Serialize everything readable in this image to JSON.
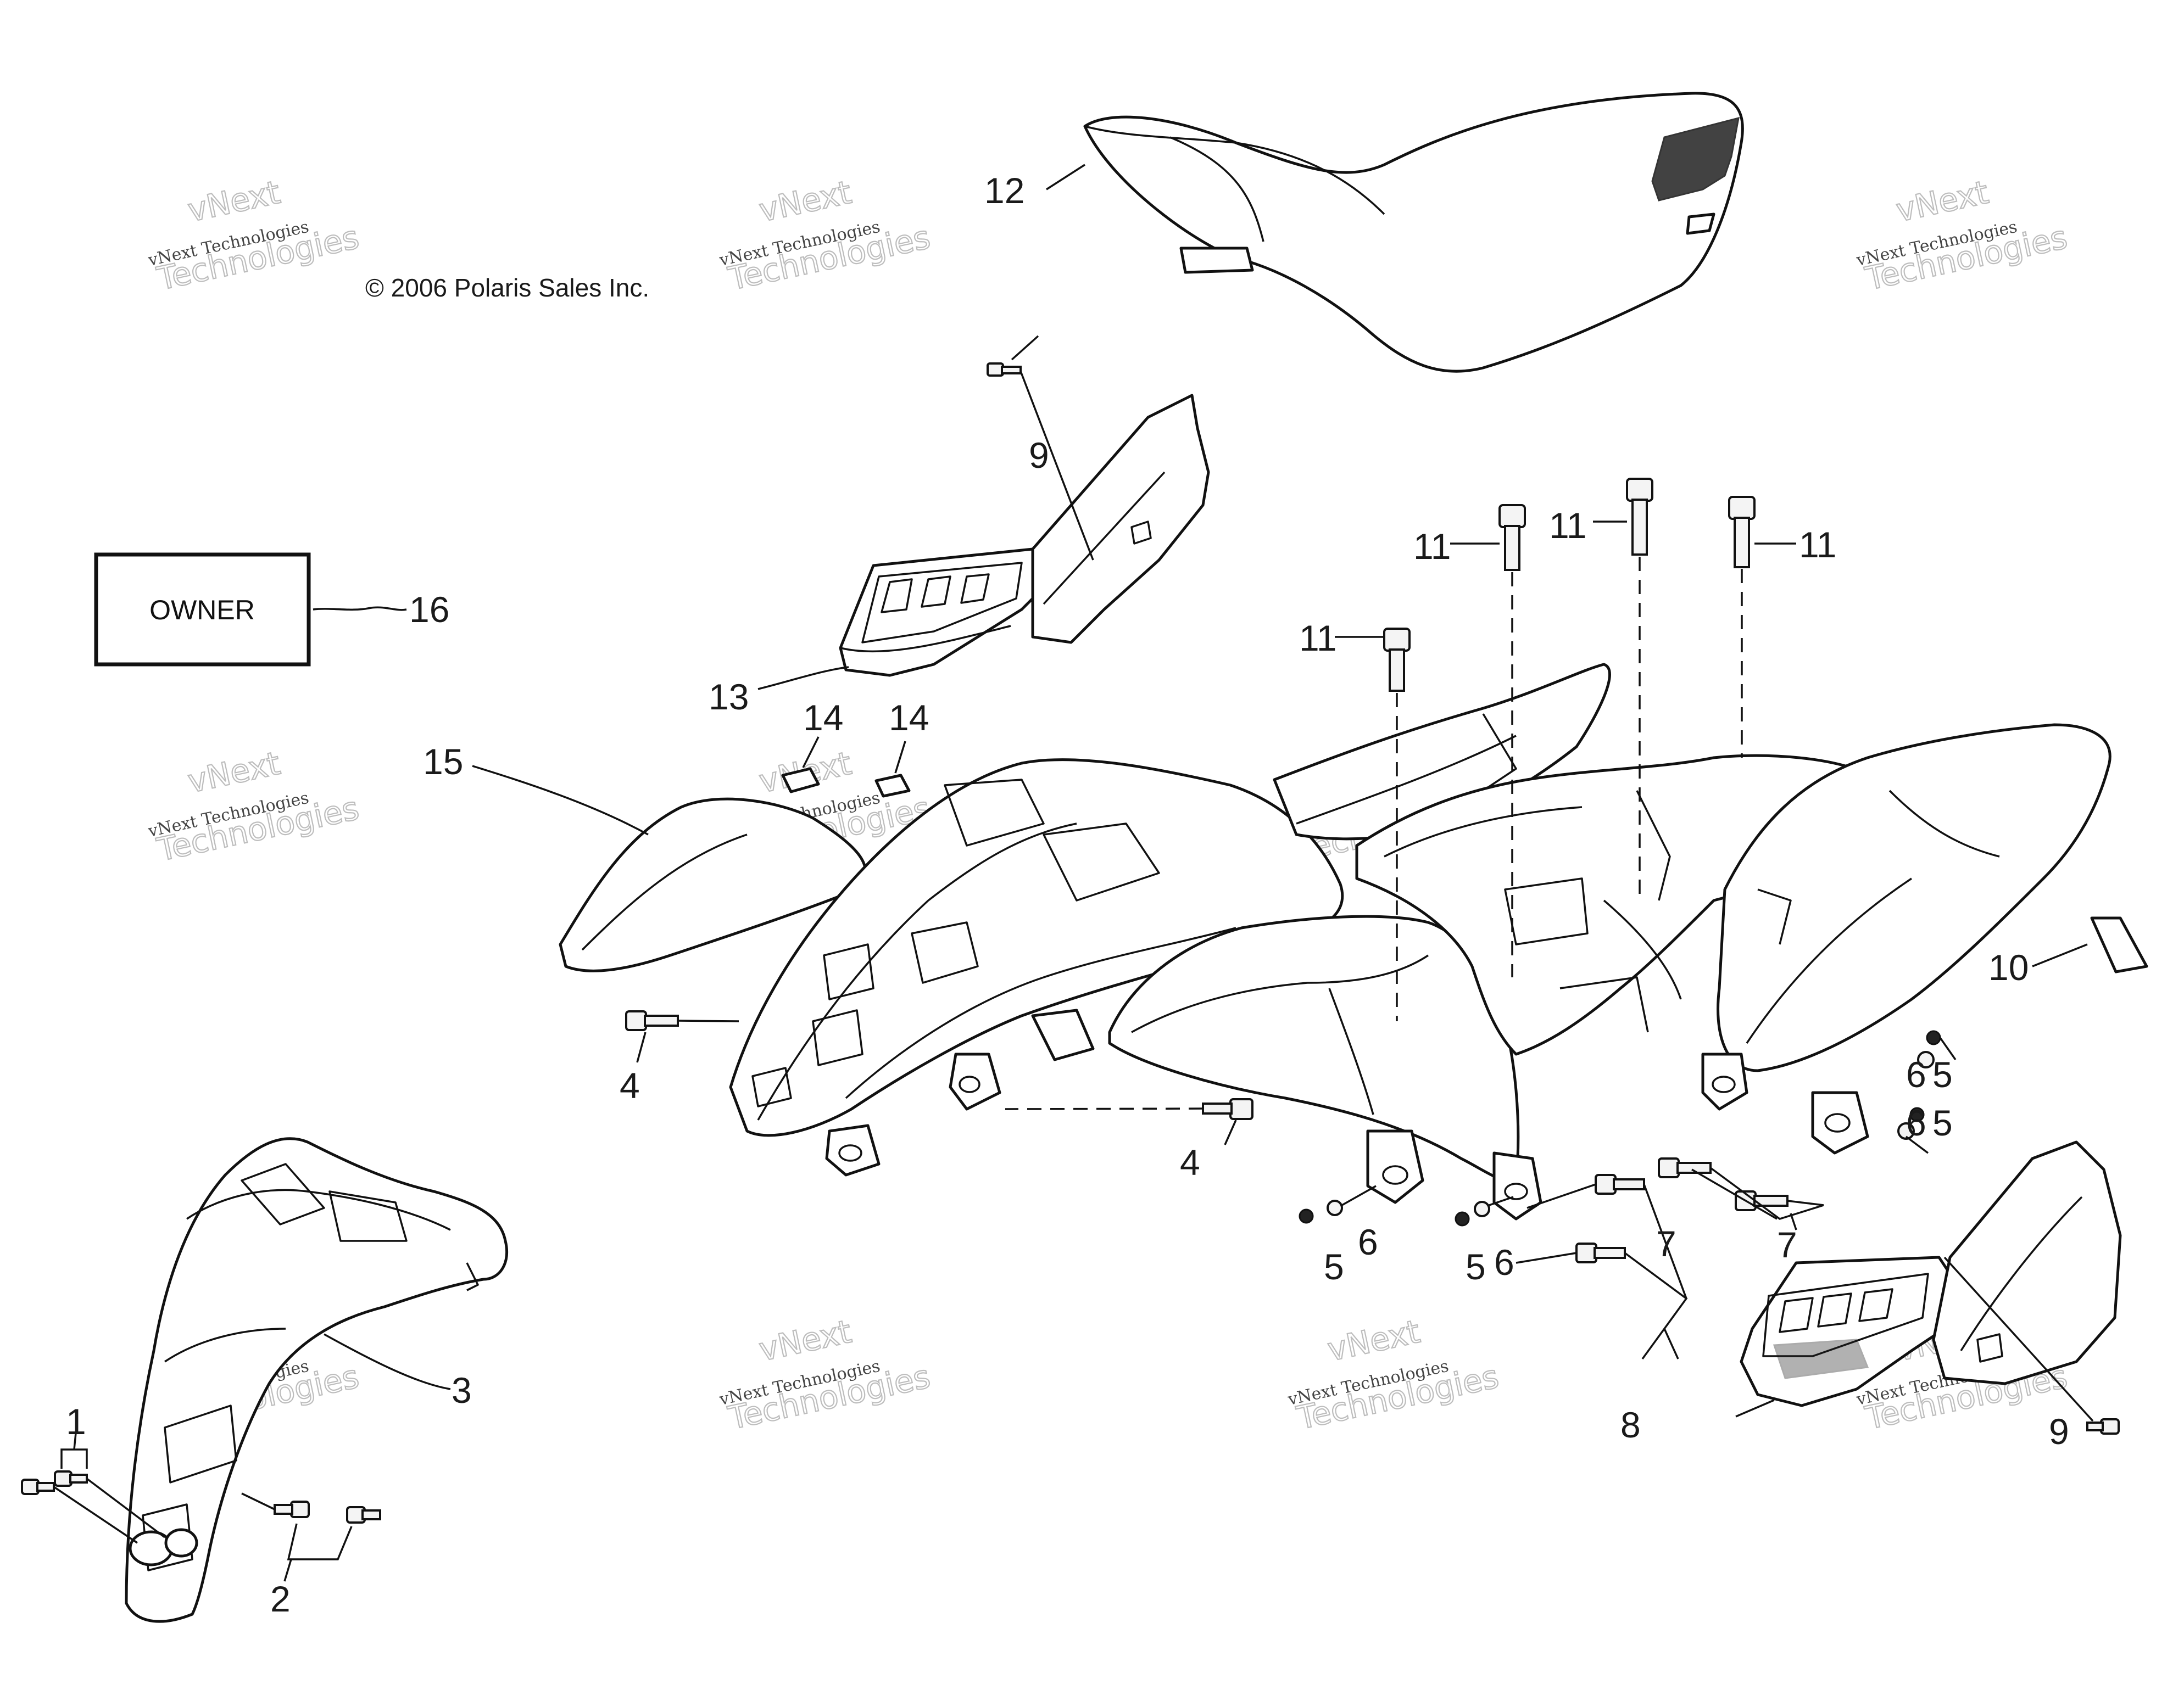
{
  "copyright": "© 2006 Polaris Sales Inc.",
  "owner_label": "OWNER",
  "watermark": {
    "line1": "vNext Technologies",
    "line2": "vNext",
    "line3": "Technologies"
  },
  "callouts": {
    "c1": "1",
    "c2": "2",
    "c3": "3",
    "c4a": "4",
    "c4b": "4",
    "c5a": "5",
    "c5b": "5",
    "c5c": "5",
    "c5d": "5",
    "c6a": "6",
    "c6b": "6",
    "c6c": "6",
    "c6d": "6",
    "c7a": "7",
    "c7b": "7",
    "c8": "8",
    "c9a": "9",
    "c9b": "9",
    "c10": "10",
    "c11a": "11",
    "c11b": "11",
    "c11c": "11",
    "c11d": "11",
    "c12": "12",
    "c13": "13",
    "c14a": "14",
    "c14b": "14",
    "c15": "15",
    "c16": "16"
  }
}
